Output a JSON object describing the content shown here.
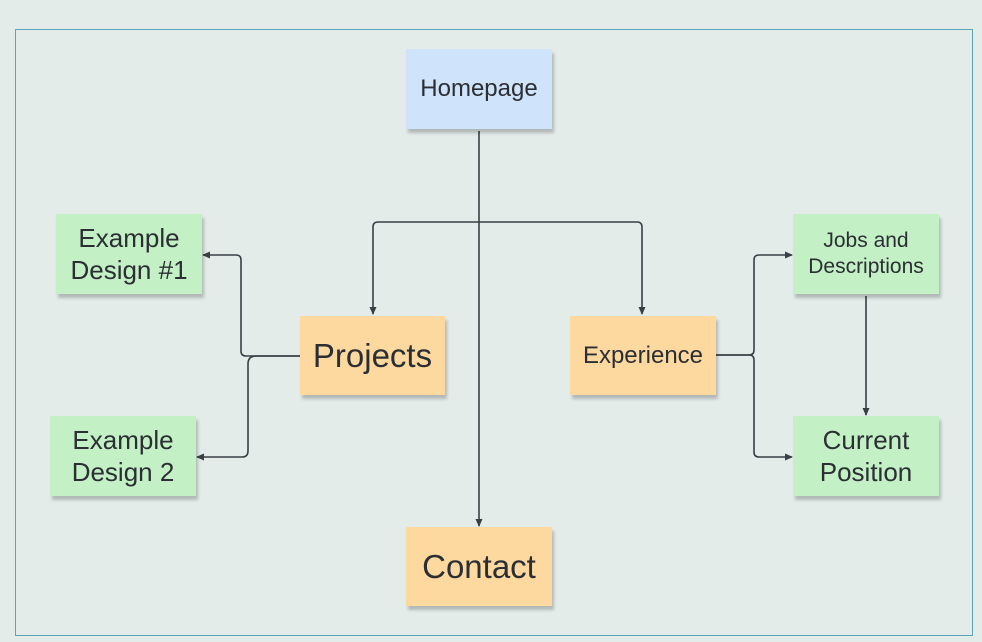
{
  "nodes": {
    "homepage": {
      "lines": [
        "Homepage"
      ]
    },
    "projects": {
      "lines": [
        "Projects"
      ]
    },
    "experience": {
      "lines": [
        "Experience"
      ]
    },
    "contact": {
      "lines": [
        "Contact"
      ]
    },
    "example1": {
      "lines": [
        "Example",
        "Design #1"
      ]
    },
    "example2": {
      "lines": [
        "Example",
        "Design 2"
      ]
    },
    "jobs": {
      "lines": [
        "Jobs and",
        "Descriptions"
      ]
    },
    "current": {
      "lines": [
        "Current",
        "Position"
      ]
    }
  },
  "colors": {
    "background": "#e4ecea",
    "frame": "#5aa6b8",
    "connector": "#3a3f44",
    "blue_note": "#cfe3fa",
    "orange_note": "#fdd9a0",
    "green_note": "#c4f0c6"
  },
  "edges": [
    [
      "homepage",
      "projects"
    ],
    [
      "homepage",
      "experience"
    ],
    [
      "homepage",
      "contact"
    ],
    [
      "projects",
      "example1"
    ],
    [
      "projects",
      "example2"
    ],
    [
      "experience",
      "jobs"
    ],
    [
      "experience",
      "current"
    ],
    [
      "jobs",
      "current"
    ]
  ]
}
